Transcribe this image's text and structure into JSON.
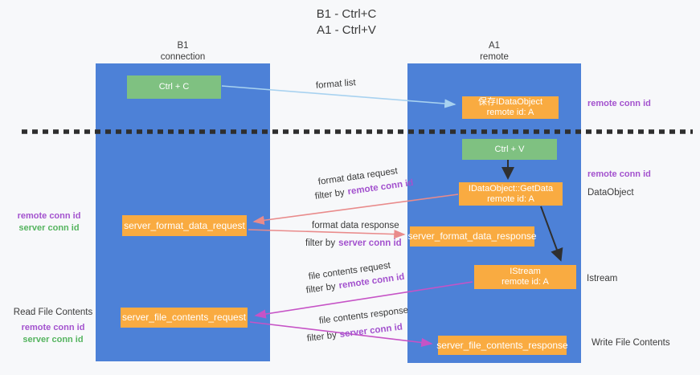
{
  "title": {
    "line1": "B1 - Ctrl+C",
    "line2": "A1 - Ctrl+V"
  },
  "lanes": {
    "left": {
      "name": "B1",
      "role": "connection"
    },
    "right": {
      "name": "A1",
      "role": "remote"
    }
  },
  "boxes": {
    "ctrl_c": {
      "label": "Ctrl + C"
    },
    "ctrl_v": {
      "label": "Ctrl + V"
    },
    "save_idataobject": {
      "line1": "保存IDataObject",
      "line2": "remote id: A"
    },
    "getdata": {
      "line1": "IDataObject::GetData",
      "line2": "remote id: A"
    },
    "istream": {
      "line1": "IStream",
      "line2": "remote id: A"
    },
    "server_format_data_request": {
      "label": "server_format_data_request"
    },
    "server_format_data_response": {
      "label": "server_format_data_response"
    },
    "server_file_contents_request": {
      "label": "server_file_contents_request"
    },
    "server_file_contents_response": {
      "label": "server_file_contents_response"
    }
  },
  "flow_labels": {
    "format_list": "format list",
    "format_data_request": "format data request",
    "format_data_request_filter_prefix": "filter by",
    "format_data_request_filter_key": "remote conn id",
    "format_data_response": "format data response",
    "format_data_response_filter_prefix": "filter by",
    "format_data_response_filter_key": "server conn id",
    "file_contents_request": "file contents request",
    "file_contents_request_filter_prefix": "filter by",
    "file_contents_request_filter_key": "remote conn id",
    "file_contents_response": "file contents response",
    "file_contents_response_filter_prefix": "filter by",
    "file_contents_response_filter_key": "server conn id"
  },
  "side_labels": {
    "right_top_remote_conn_id": "remote conn id",
    "right_mid_remote_conn_id": "remote conn id",
    "dataobject": "DataObject",
    "istream": "Istream",
    "write_file_contents": "Write File Contents",
    "left_mid_remote_conn_id": "remote conn id",
    "left_mid_server_conn_id": "server conn id",
    "read_file_contents": "Read File Contents",
    "left_bottom_remote_conn_id": "remote conn id",
    "left_bottom_server_conn_id": "server conn id"
  },
  "colors": {
    "lane_blue": "#4d81d7",
    "box_green": "#7fc181",
    "box_orange": "#f9ab41",
    "purple_key": "#a352ce",
    "green_key": "#55b45f",
    "arrow_lightblue": "#a8d2f0",
    "arrow_salmon": "#e98b8b",
    "arrow_magenta": "#c653c6",
    "arrow_black": "#2f2f2f",
    "divider_dash": "#2e2e2e"
  }
}
